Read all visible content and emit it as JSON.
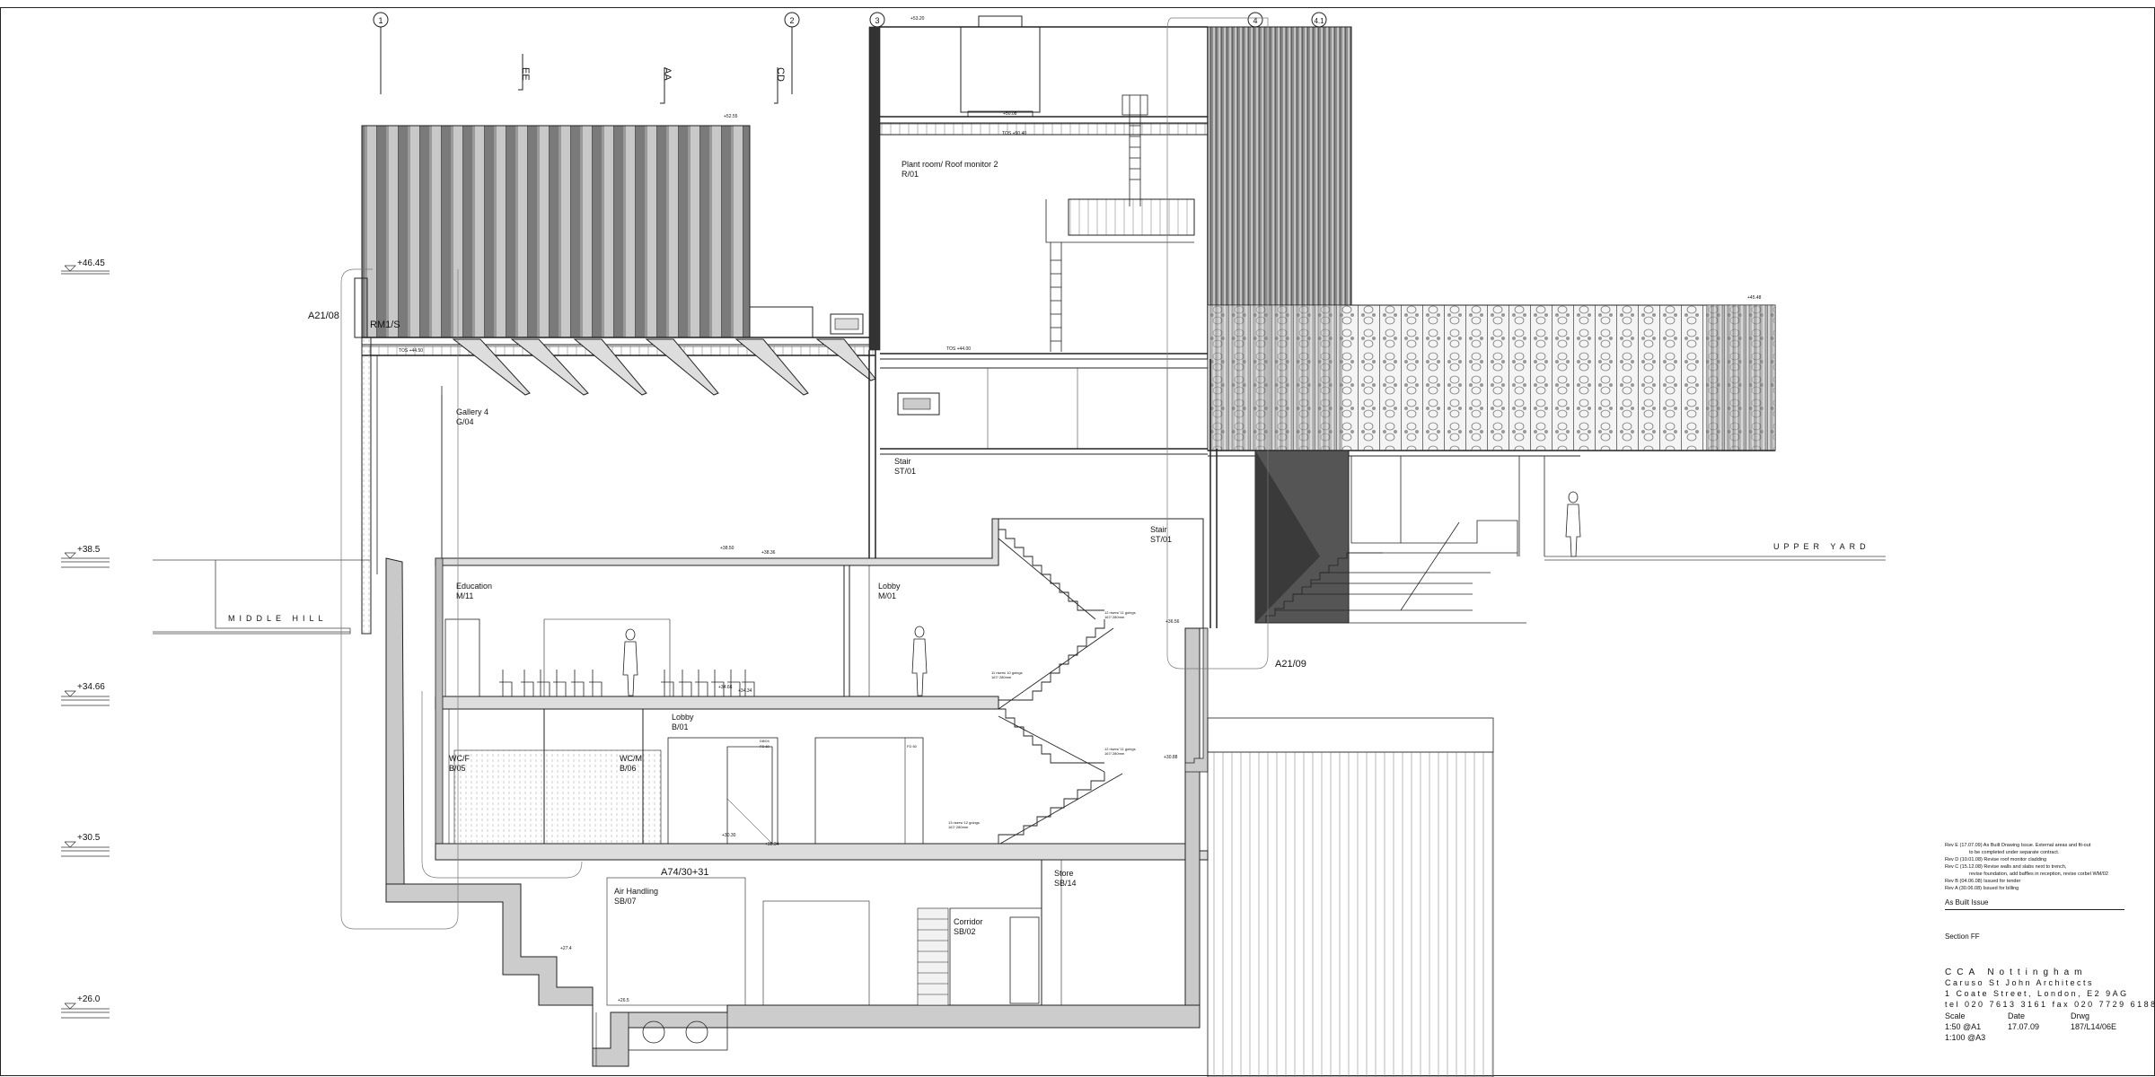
{
  "levels": [
    "+46.45",
    "+38.5",
    "+34.66",
    "+30.5",
    "+26.0"
  ],
  "gridlines": [
    "1",
    "2",
    "3",
    "4",
    "4.1"
  ],
  "section_marks": [
    "EE",
    "AA",
    "CD"
  ],
  "rooms": [
    {
      "name": "Plant room/ Roof monitor 2",
      "code": "R/01"
    },
    {
      "name": "Gallery 4",
      "code": "G/04"
    },
    {
      "name": "Stair",
      "code": "ST/01"
    },
    {
      "name": "Stair",
      "code": "ST/01"
    },
    {
      "name": "Education",
      "code": "M/11"
    },
    {
      "name": "Lobby",
      "code": "M/01"
    },
    {
      "name": "Lobby",
      "code": "B/01"
    },
    {
      "name": "WC/F",
      "code": "B/05"
    },
    {
      "name": "WC/M",
      "code": "B/06"
    },
    {
      "name": "Air Handling",
      "code": "SB/07"
    },
    {
      "name": "Store",
      "code": "SB/14"
    },
    {
      "name": "Corridor",
      "code": "SB/02"
    }
  ],
  "detail_refs": [
    "A21/08",
    "RM1/S",
    "A21/09",
    "A74/30+31"
  ],
  "place_labels": [
    "MIDDLE HILL",
    "UPPER YARD"
  ],
  "small_levels": [
    "+52.55",
    "+53.20",
    "+50.08",
    "+45.48",
    "+38.36",
    "+38.50",
    "+36.56",
    "+34.66",
    "+34.34",
    "+30.88",
    "+30.30",
    "+30.34",
    "+27.4",
    "+26.5"
  ],
  "tos_labels": [
    "TOS +50.40",
    "TOS +44.00",
    "TOS +44.50"
  ],
  "stair_notes": [
    "12 risers/ 11 goings\n167/ 280mm",
    "11 risers/ 10 goings\n167/ 280mm",
    "12 risers/ 11 goings\n167/ 280mm",
    "13 risers/ 12 goings\n167/ 280mm"
  ],
  "door_tags": [
    "D8/04\nFD 60",
    "FD 60",
    "D8/04\nFD 60"
  ],
  "title_block": {
    "revisions": [
      "Rev E (17.07.09) As Built Drawing Issue. External areas and fit-out",
      "                 to be completed under separate contract.",
      "Rev D (10.01.08) Revise roof monitor cladding",
      "Rev C (15.12.08) Revise walls and slabs next to trench,",
      "                 revise foundation, add baffles in reception, revise corbel WM/02",
      "Rev B (04.06.08) Issued for tender",
      "Rev A (30.06.08) Issued for billing"
    ],
    "status": "As Built Issue",
    "sheet_title": "Section FF",
    "project": "CCA Nottingham",
    "architect": "Caruso St John Architects",
    "address": "1 Coate Street, London, E2 9AG",
    "phone": "tel 020 7613 3161  fax 020 7729 6188",
    "labels": {
      "scale": "Scale",
      "date": "Date",
      "drwg": "Drwg"
    },
    "scale_a1": "1:50 @A1",
    "scale_a3": "1:100 @A3",
    "date": "17.07.09",
    "drawing_no": "187/L14/06E"
  }
}
